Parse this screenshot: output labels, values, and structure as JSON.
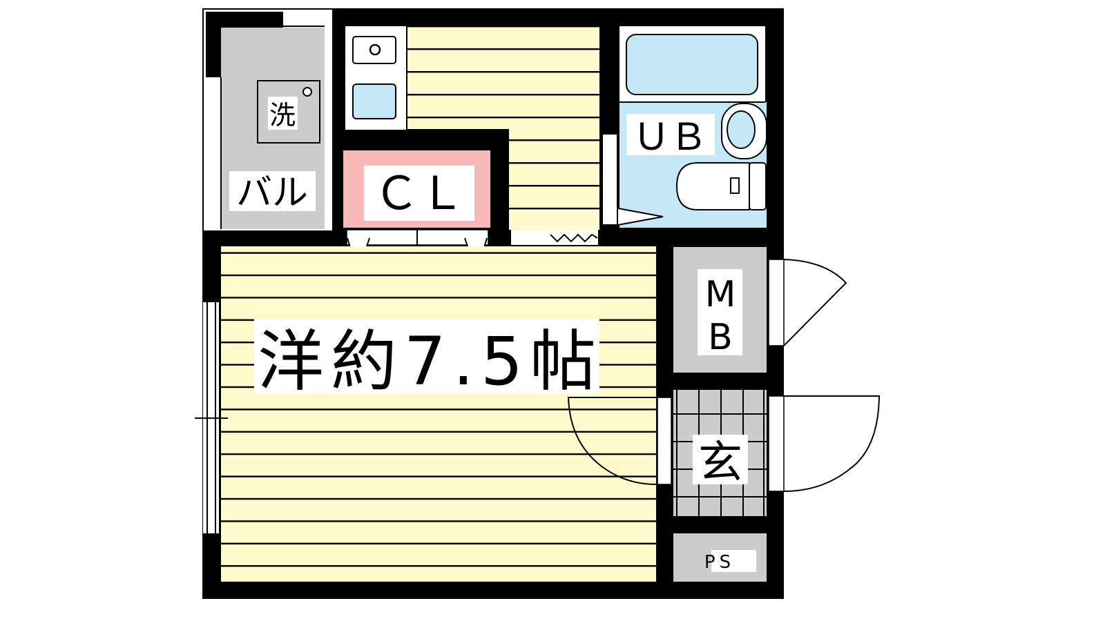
{
  "plan": {
    "balcony_label": "バル",
    "washer_label": "洗",
    "closet_label": "ＣＬ",
    "bath_label": "ＵＢ",
    "meter_box_label_1": "M",
    "meter_box_label_2": "B",
    "entrance_label": "玄",
    "pipe_space_label": "PS",
    "main_room_label": "洋約7.5帖"
  },
  "colors": {
    "wall": "#000000",
    "floor": "#fff9cc",
    "closet": "#f8b8b8",
    "bath": "#c4e8f8",
    "utility": "#cccccc"
  }
}
